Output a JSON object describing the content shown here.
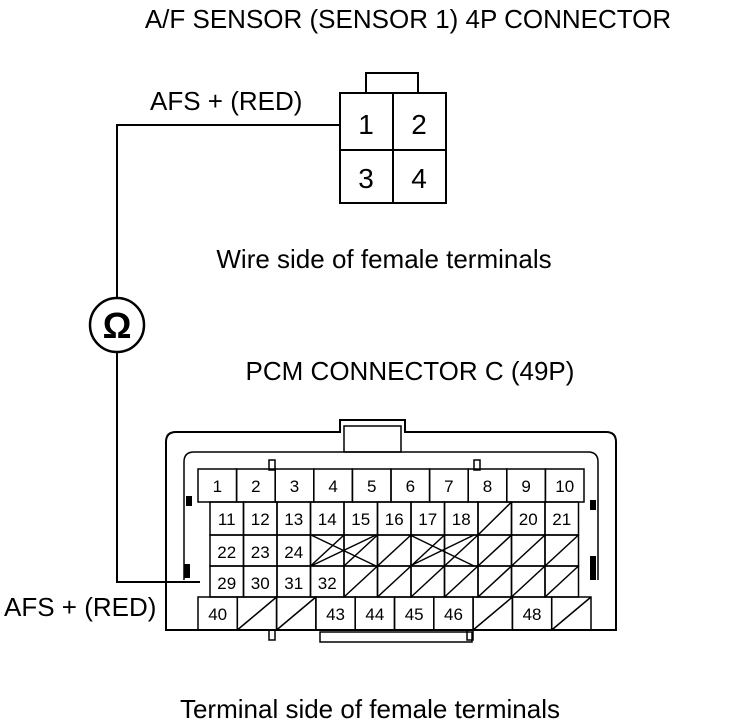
{
  "sensor_connector": {
    "title": "A/F SENSOR (SENSOR 1) 4P CONNECTOR",
    "wire_label": "AFS +  (RED)",
    "pins": [
      "1",
      "2",
      "3",
      "4"
    ],
    "caption": "Wire side of female terminals"
  },
  "meter": {
    "symbol": "Ω"
  },
  "pcm_connector": {
    "title": "PCM CONNECTOR C (49P)",
    "wire_label": "AFS +  (RED)",
    "caption": "Terminal side of female terminals",
    "rows": [
      [
        "1",
        "2",
        "3",
        "4",
        "5",
        "6",
        "7",
        "8",
        "9",
        "10"
      ],
      [
        "11",
        "12",
        "13",
        "14",
        "15",
        "16",
        "17",
        "18",
        "",
        "20",
        "21"
      ],
      [
        "22",
        "23",
        "24"
      ],
      [
        "29",
        "30",
        "31",
        "32"
      ],
      [
        "40",
        "",
        "",
        "43",
        "44",
        "45",
        "46",
        "",
        "48"
      ]
    ]
  }
}
